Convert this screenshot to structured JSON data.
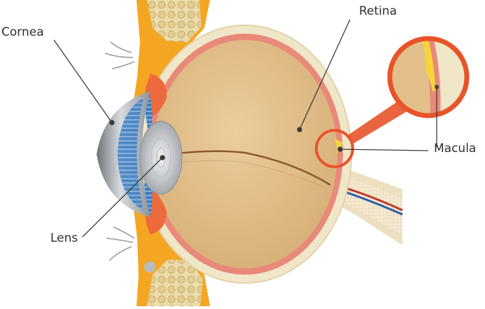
{
  "labels": {
    "cornea": "Cornea",
    "lens": "Lens",
    "retina": "Retina",
    "macula": "Macula"
  },
  "colors": {
    "vitreous": "#e3bf8b",
    "sclera": "#f0e6c8",
    "choroid": "#e9897a",
    "muscle": "#f4a623",
    "iris": "#ee6a3c",
    "callout": "#e8542a",
    "macula": "#f5d63a",
    "cornea": "#9a9ea3",
    "ciliary": "#3d7fc4"
  }
}
